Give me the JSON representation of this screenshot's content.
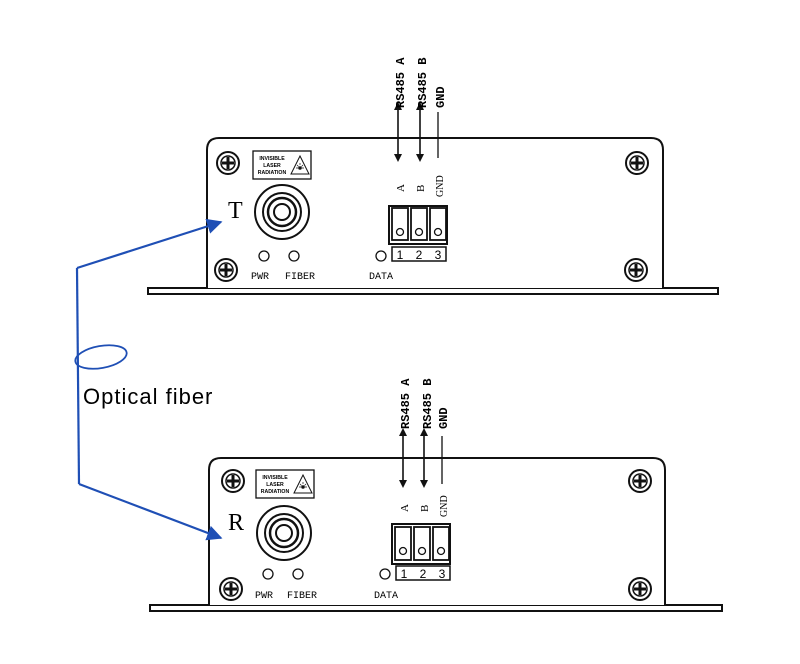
{
  "units": [
    {
      "id": "transmitter",
      "side_letter": "T",
      "laser_warning": [
        "INVISIBLE",
        "LASER",
        "RADIATION"
      ],
      "led_labels": [
        "PWR",
        "FIBER"
      ],
      "data_label": "DATA",
      "terminal_letters": [
        "A",
        "B",
        "GND"
      ],
      "terminal_numbers": [
        "1",
        "2",
        "3"
      ],
      "signal_labels": [
        "RS485 A",
        "RS485 B",
        "GND"
      ]
    },
    {
      "id": "receiver",
      "side_letter": "R",
      "laser_warning": [
        "INVISIBLE",
        "LASER",
        "RADIATION"
      ],
      "led_labels": [
        "PWR",
        "FIBER"
      ],
      "data_label": "DATA",
      "terminal_letters": [
        "A",
        "B",
        "GND"
      ],
      "terminal_numbers": [
        "1",
        "2",
        "3"
      ],
      "signal_labels": [
        "RS485 A",
        "RS485 B",
        "GND"
      ]
    }
  ],
  "fiber_label": "Optical fiber",
  "colors": {
    "line": "#111111",
    "fiber": "#1f4fb5"
  }
}
